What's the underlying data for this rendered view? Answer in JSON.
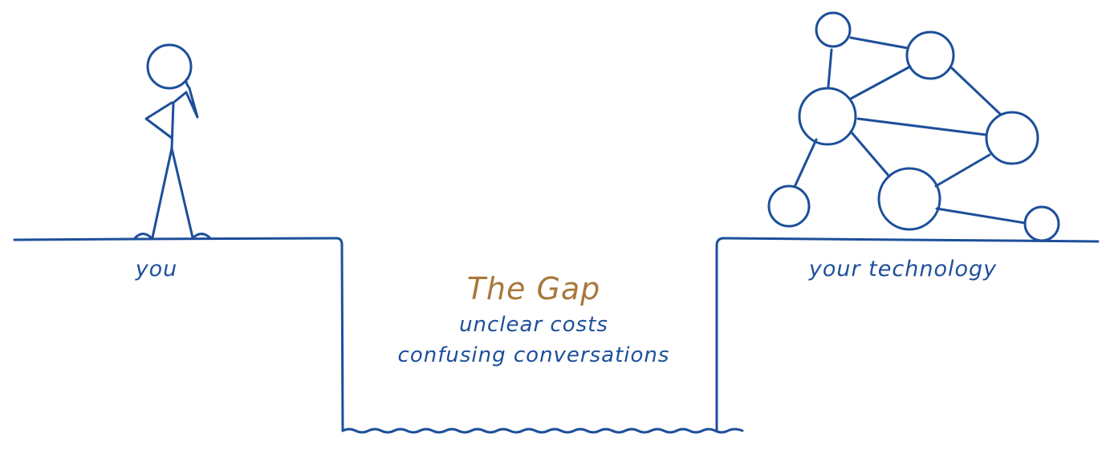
{
  "colors": {
    "ink": "#1d4f9a",
    "accent": "#a8783a"
  },
  "labels": {
    "you": "you",
    "technology": "your technology"
  },
  "gap": {
    "title": "The Gap",
    "lines": [
      "unclear costs",
      "confusing conversations"
    ]
  },
  "icons": [
    "stick-figure-icon",
    "network-graph-icon"
  ]
}
